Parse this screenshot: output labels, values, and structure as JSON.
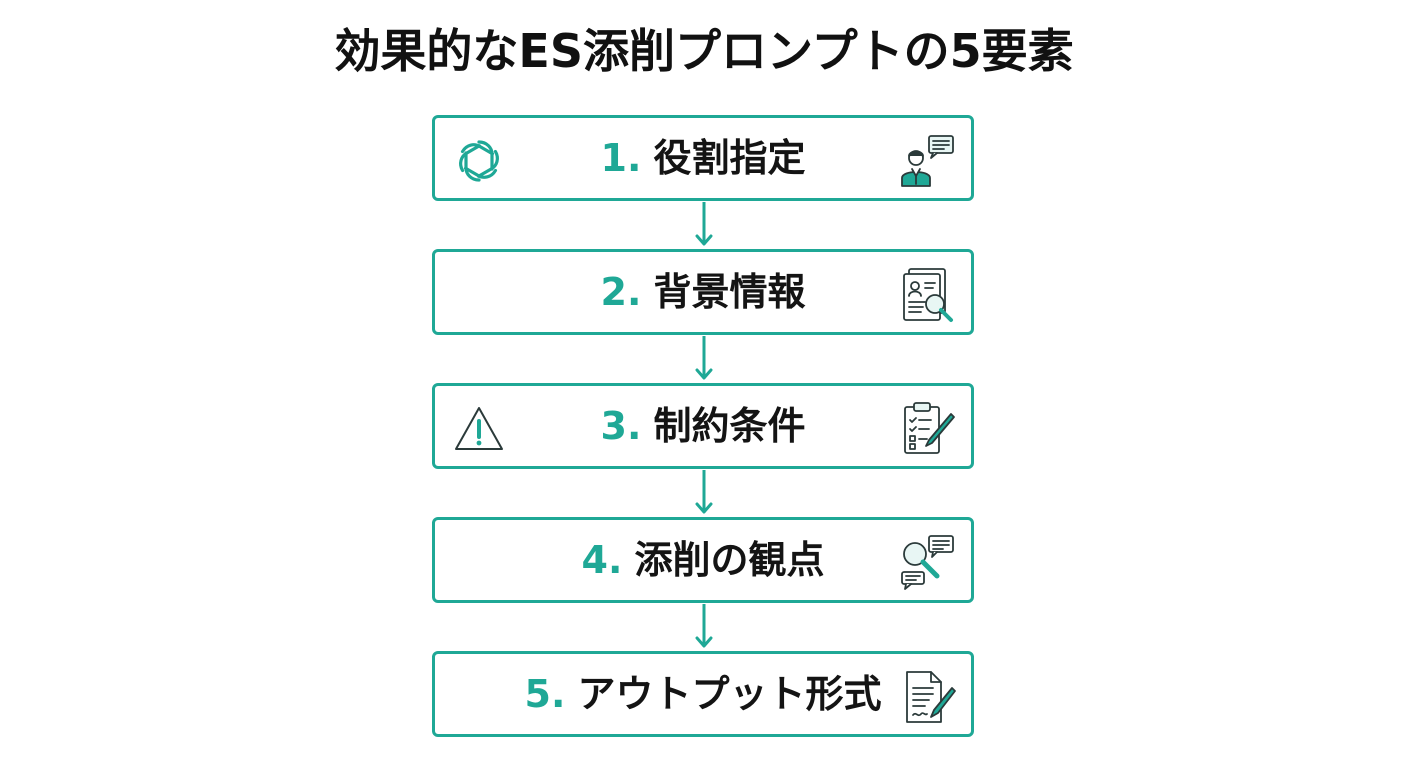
{
  "title": "効果的なES添削プロンプトの5要素",
  "accent_color": "#1fa896",
  "steps": [
    {
      "num": "1.",
      "label": "役割指定",
      "left_icon": "openai-logo-icon",
      "right_icon": "consultant-chat-icon"
    },
    {
      "num": "2.",
      "label": "背景情報",
      "right_icon": "resume-magnifier-icon"
    },
    {
      "num": "3.",
      "label": "制約条件",
      "left_icon": "warning-icon",
      "right_icon": "checklist-clipboard-icon"
    },
    {
      "num": "4.",
      "label": "添削の観点",
      "right_icon": "review-search-icon"
    },
    {
      "num": "5.",
      "label": "アウトプット形式",
      "right_icon": "document-edit-icon"
    }
  ]
}
